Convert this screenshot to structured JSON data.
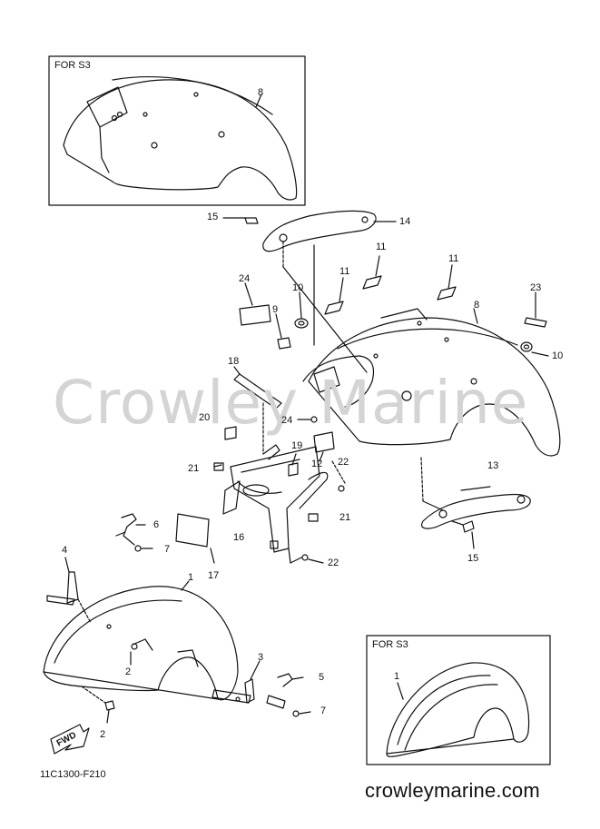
{
  "inset_top": {
    "title": "FOR S3"
  },
  "inset_bottom": {
    "title": "FOR S3"
  },
  "watermark": "Crowley Marine",
  "fwd_label": "FWD",
  "figure_code": "11C1300-F210",
  "site": "crowleymarine.com",
  "callouts": [
    {
      "id": "c8a",
      "label": "8"
    },
    {
      "id": "c15a",
      "label": "15"
    },
    {
      "id": "c14",
      "label": "14"
    },
    {
      "id": "c11a",
      "label": "11"
    },
    {
      "id": "c11b",
      "label": "11"
    },
    {
      "id": "c11c",
      "label": "11"
    },
    {
      "id": "c24a",
      "label": "24"
    },
    {
      "id": "c9",
      "label": "9"
    },
    {
      "id": "c10a",
      "label": "10"
    },
    {
      "id": "c8b",
      "label": "8"
    },
    {
      "id": "c23",
      "label": "23"
    },
    {
      "id": "c10b",
      "label": "10"
    },
    {
      "id": "c18",
      "label": "18"
    },
    {
      "id": "c20",
      "label": "20"
    },
    {
      "id": "c24b",
      "label": "24"
    },
    {
      "id": "c19",
      "label": "19"
    },
    {
      "id": "c12",
      "label": "12"
    },
    {
      "id": "c21a",
      "label": "21"
    },
    {
      "id": "c22a",
      "label": "22"
    },
    {
      "id": "c13",
      "label": "13"
    },
    {
      "id": "c6",
      "label": "6"
    },
    {
      "id": "c7a",
      "label": "7"
    },
    {
      "id": "c4",
      "label": "4"
    },
    {
      "id": "c21b",
      "label": "21"
    },
    {
      "id": "c16",
      "label": "16"
    },
    {
      "id": "c17",
      "label": "17"
    },
    {
      "id": "c15b",
      "label": "15"
    },
    {
      "id": "c22b",
      "label": "22"
    },
    {
      "id": "c1a",
      "label": "1"
    },
    {
      "id": "c2a",
      "label": "2"
    },
    {
      "id": "c3",
      "label": "3"
    },
    {
      "id": "c5",
      "label": "5"
    },
    {
      "id": "c7b",
      "label": "7"
    },
    {
      "id": "c2b",
      "label": "2"
    },
    {
      "id": "c1b",
      "label": "1"
    }
  ]
}
